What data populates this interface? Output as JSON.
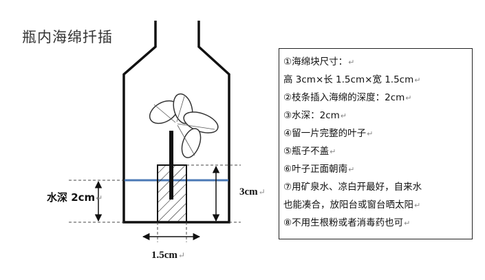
{
  "title": "瓶内海绵扦插",
  "labels": {
    "water_depth": "水深 2cm",
    "sponge_height": "3cm",
    "sponge_width": "1.5cm"
  },
  "notes": [
    "①海绵块尺寸：",
    "高 3cm×长 1.5cm×宽 1.5cm",
    "②枝条插入海绵的深度：2cm",
    "③水深：2cm",
    "④留一片完整的叶子",
    "⑤瓶子不盖",
    "⑥叶子正面朝南",
    "⑦用矿泉水、凉白开最好，自来水",
    "也能凑合，放阳台或窗台晒太阳",
    "⑧不用生根粉或者消毒药也可"
  ],
  "paragraph_mark": "↵",
  "colors": {
    "water_line": "#4a78b5",
    "outline": "#111111"
  }
}
